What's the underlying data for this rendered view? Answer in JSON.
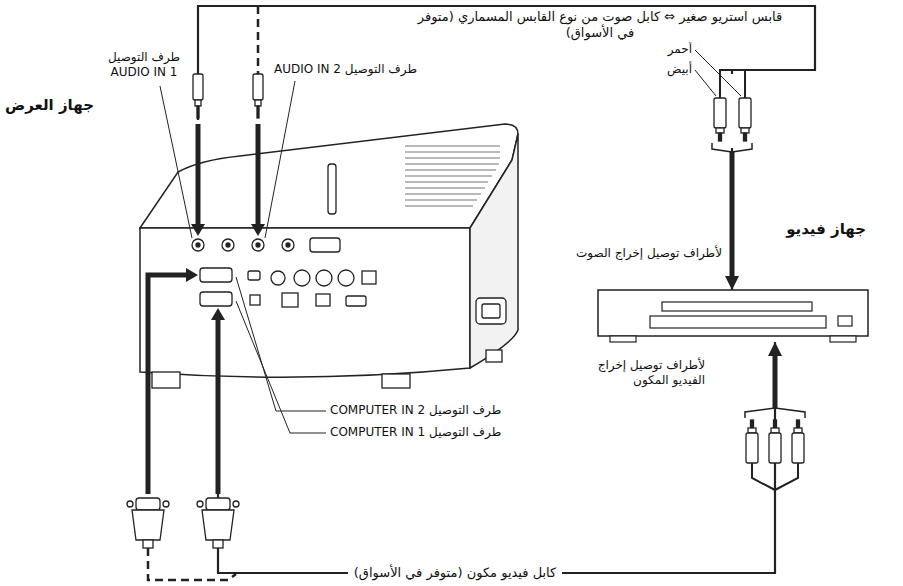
{
  "diagram": {
    "nodes": [
      {
        "text": [
          "جهاز العرض"
        ]
      },
      {
        "text": [
          "جهاز فيديو"
        ]
      }
    ],
    "edges": [
      {
        "from": 0,
        "to": 1,
        "arrow": "to",
        "label": "قابس استريو صغير ⇔ كابل صوت من نوع القابس المسماري (متوفر في الأسواق)"
      },
      {
        "from": 0,
        "to": 1,
        "arrow": "to",
        "label": "كابل فيديو مكون (متوفر في الأسواق)"
      }
    ],
    "labels": [
      "طرف التوصيل AUDIO IN 1",
      "طرف التوصيل AUDIO IN 2",
      "أحمر",
      "أبيض",
      "لأطراف توصيل إخراج الصوت",
      "لأطراف توصيل إخراج الفيديو المكون",
      "طرف التوصيل COMPUTER IN 2",
      "طرف التوصيل COMPUTER IN 1"
    ]
  }
}
